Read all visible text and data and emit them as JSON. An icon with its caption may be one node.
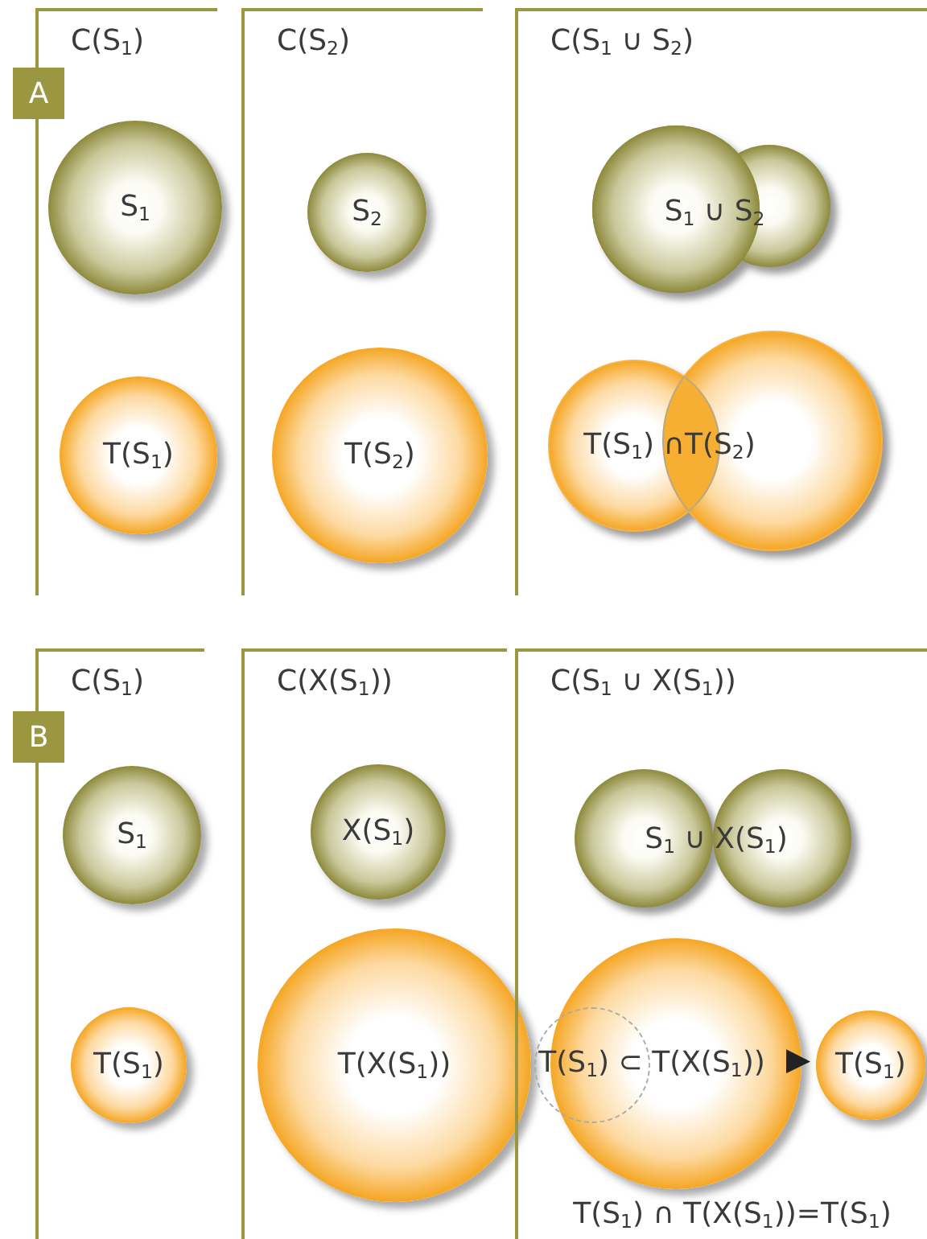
{
  "diagram": {
    "nodes": [
      {
        "text": [
          "C(S$_{1}$)"
        ]
      },
      {
        "text": [
          "S$_{1}$"
        ],
        "in": 0
      },
      {
        "text": [
          "T(S$_{1}$)"
        ],
        "in": 0
      },
      {
        "text": [
          "C(S$_{2}$)"
        ]
      },
      {
        "text": [
          "S$_{2}$"
        ],
        "in": 3
      },
      {
        "text": [
          "T(S$_{2}$)"
        ],
        "in": 3
      },
      {
        "text": [
          "C(S$_{1}$ ∪ S$_{2}$)"
        ]
      },
      {
        "text": [
          "S$_{1}$ ∪ S$_{2}$"
        ],
        "in": 6
      },
      {
        "text": [
          "T(S$_{1}$) ∩T(S$_{2}$)"
        ],
        "in": 6
      },
      {
        "text": [
          "C(S$_{1}$)"
        ]
      },
      {
        "text": [
          "S$_{1}$"
        ],
        "in": 9
      },
      {
        "text": [
          "T(S$_{1}$)"
        ],
        "in": 9
      },
      {
        "text": [
          "C(X(S$_{1}$))"
        ]
      },
      {
        "text": [
          "X(S$_{1}$)"
        ],
        "in": 12
      },
      {
        "text": [
          "T(X(S$_{1}$))"
        ],
        "in": 12
      },
      {
        "text": [
          "C(S$_{1}$ ∪ X(S$_{1}$))"
        ]
      },
      {
        "text": [
          "S$_{1}$ ∪ X(S$_{1}$)"
        ],
        "in": 15
      },
      {
        "text": [
          "T(S$_{1}$) ⊂ T(X(S$_{1}$))"
        ],
        "in": 15
      },
      {
        "text": [],
        "shape": "circle",
        "in": 17
      },
      {
        "text": [
          "T(S$_{1}$)"
        ],
        "in": 15
      }
    ],
    "edges": [
      {
        "from": 17,
        "to": 19,
        "arrow": "to"
      }
    ],
    "labels": [
      "A",
      "B",
      "T(S$_{1}$) ∩ T(X(S$_{1}$))=T(S$_{1}$)"
    ]
  }
}
